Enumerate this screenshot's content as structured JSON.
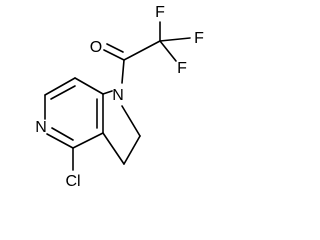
{
  "molecule": {
    "atoms": {
      "F_top": "F",
      "F_right": "F",
      "F_lower": "F",
      "O": "O",
      "N_pyrrolidine": "N",
      "N_pyridine": "N",
      "Cl": "Cl"
    }
  }
}
